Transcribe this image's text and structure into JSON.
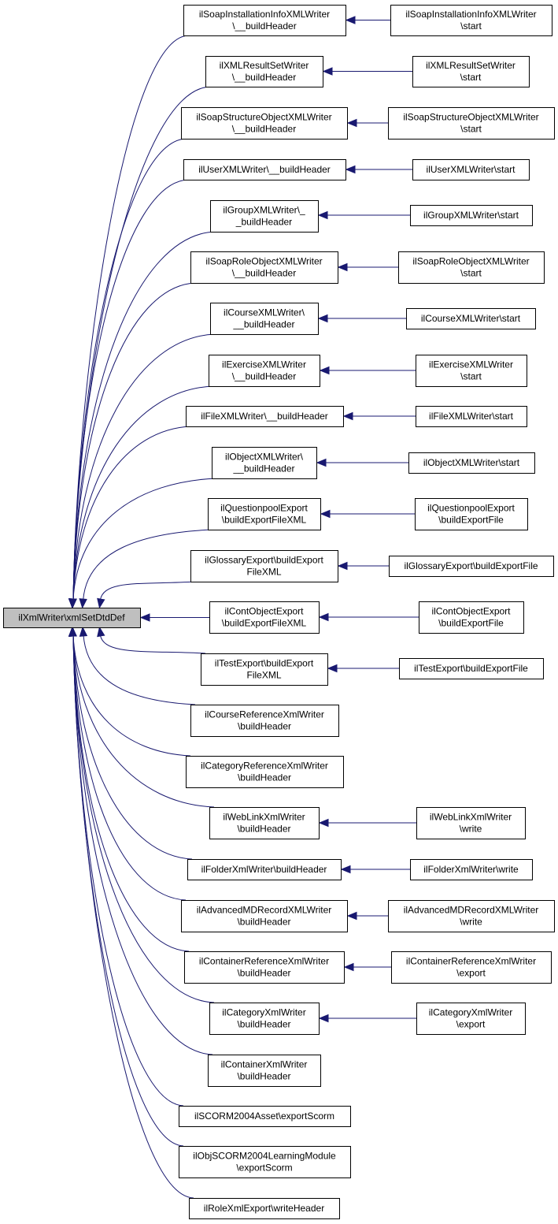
{
  "diagram": {
    "type": "call-graph (caller graph)",
    "edge_color": "#191970",
    "root_fill": "#bfbfbf",
    "node_fill": "#ffffff",
    "root": {
      "id": "root",
      "lines": [
        "ilXmlWriter\\xmlSetDtdDef"
      ]
    },
    "callers": [
      {
        "id": "c1",
        "lines": [
          "ilSoapInstallationInfoXMLWriter",
          "\\__buildHeader"
        ],
        "caller": {
          "id": "r1",
          "lines": [
            "ilSoapInstallationInfoXMLWriter",
            "\\start"
          ]
        }
      },
      {
        "id": "c2",
        "lines": [
          "ilXMLResultSetWriter",
          "\\__buildHeader"
        ],
        "caller": {
          "id": "r2",
          "lines": [
            "ilXMLResultSetWriter",
            "\\start"
          ]
        }
      },
      {
        "id": "c3",
        "lines": [
          "ilSoapStructureObjectXMLWriter",
          "\\__buildHeader"
        ],
        "caller": {
          "id": "r3",
          "lines": [
            "ilSoapStructureObjectXMLWriter",
            "\\start"
          ]
        }
      },
      {
        "id": "c4",
        "lines": [
          "ilUserXMLWriter\\__buildHeader"
        ],
        "caller": {
          "id": "r4",
          "lines": [
            "ilUserXMLWriter\\start"
          ]
        }
      },
      {
        "id": "c5",
        "lines": [
          "ilGroupXMLWriter\\_",
          "_buildHeader"
        ],
        "caller": {
          "id": "r5",
          "lines": [
            "ilGroupXMLWriter\\start"
          ]
        }
      },
      {
        "id": "c6",
        "lines": [
          "ilSoapRoleObjectXMLWriter",
          "\\__buildHeader"
        ],
        "caller": {
          "id": "r6",
          "lines": [
            "ilSoapRoleObjectXMLWriter",
            "\\start"
          ]
        }
      },
      {
        "id": "c7",
        "lines": [
          "ilCourseXMLWriter\\",
          "__buildHeader"
        ],
        "caller": {
          "id": "r7",
          "lines": [
            "ilCourseXMLWriter\\start"
          ]
        }
      },
      {
        "id": "c8",
        "lines": [
          "ilExerciseXMLWriter",
          "\\__buildHeader"
        ],
        "caller": {
          "id": "r8",
          "lines": [
            "ilExerciseXMLWriter",
            "\\start"
          ]
        }
      },
      {
        "id": "c9",
        "lines": [
          "ilFileXMLWriter\\__buildHeader"
        ],
        "caller": {
          "id": "r9",
          "lines": [
            "ilFileXMLWriter\\start"
          ]
        }
      },
      {
        "id": "c10",
        "lines": [
          "ilObjectXMLWriter\\",
          "__buildHeader"
        ],
        "caller": {
          "id": "r10",
          "lines": [
            "ilObjectXMLWriter\\start"
          ]
        }
      },
      {
        "id": "c11",
        "lines": [
          "ilQuestionpoolExport",
          "\\buildExportFileXML"
        ],
        "caller": {
          "id": "r11",
          "lines": [
            "ilQuestionpoolExport",
            "\\buildExportFile"
          ]
        }
      },
      {
        "id": "c12",
        "lines": [
          "ilGlossaryExport\\buildExport",
          "FileXML"
        ],
        "caller": {
          "id": "r12",
          "lines": [
            "ilGlossaryExport\\buildExportFile"
          ]
        }
      },
      {
        "id": "c13",
        "lines": [
          "ilContObjectExport",
          "\\buildExportFileXML"
        ],
        "caller": {
          "id": "r13",
          "lines": [
            "ilContObjectExport",
            "\\buildExportFile"
          ]
        }
      },
      {
        "id": "c14",
        "lines": [
          "ilTestExport\\buildExport",
          "FileXML"
        ],
        "caller": {
          "id": "r14",
          "lines": [
            "ilTestExport\\buildExportFile"
          ]
        }
      },
      {
        "id": "c15",
        "lines": [
          "ilCourseReferenceXmlWriter",
          "\\buildHeader"
        ],
        "caller": null
      },
      {
        "id": "c16",
        "lines": [
          "ilCategoryReferenceXmlWriter",
          "\\buildHeader"
        ],
        "caller": null
      },
      {
        "id": "c17",
        "lines": [
          "ilWebLinkXmlWriter",
          "\\buildHeader"
        ],
        "caller": {
          "id": "r17",
          "lines": [
            "ilWebLinkXmlWriter",
            "\\write"
          ]
        }
      },
      {
        "id": "c18",
        "lines": [
          "ilFolderXmlWriter\\buildHeader"
        ],
        "caller": {
          "id": "r18",
          "lines": [
            "ilFolderXmlWriter\\write"
          ]
        }
      },
      {
        "id": "c19",
        "lines": [
          "ilAdvancedMDRecordXMLWriter",
          "\\buildHeader"
        ],
        "caller": {
          "id": "r19",
          "lines": [
            "ilAdvancedMDRecordXMLWriter",
            "\\write"
          ]
        }
      },
      {
        "id": "c20",
        "lines": [
          "ilContainerReferenceXmlWriter",
          "\\buildHeader"
        ],
        "caller": {
          "id": "r20",
          "lines": [
            "ilContainerReferenceXmlWriter",
            "\\export"
          ]
        }
      },
      {
        "id": "c21",
        "lines": [
          "ilCategoryXmlWriter",
          "\\buildHeader"
        ],
        "caller": {
          "id": "r21",
          "lines": [
            "ilCategoryXmlWriter",
            "\\export"
          ]
        }
      },
      {
        "id": "c22",
        "lines": [
          "ilContainerXmlWriter",
          "\\buildHeader"
        ],
        "caller": null
      },
      {
        "id": "c23",
        "lines": [
          "ilSCORM2004Asset\\exportScorm"
        ],
        "caller": null
      },
      {
        "id": "c24",
        "lines": [
          "ilObjSCORM2004LearningModule",
          "\\exportScorm"
        ],
        "caller": null
      },
      {
        "id": "c25",
        "lines": [
          "ilRoleXmlExport\\writeHeader"
        ],
        "caller": null
      }
    ]
  }
}
